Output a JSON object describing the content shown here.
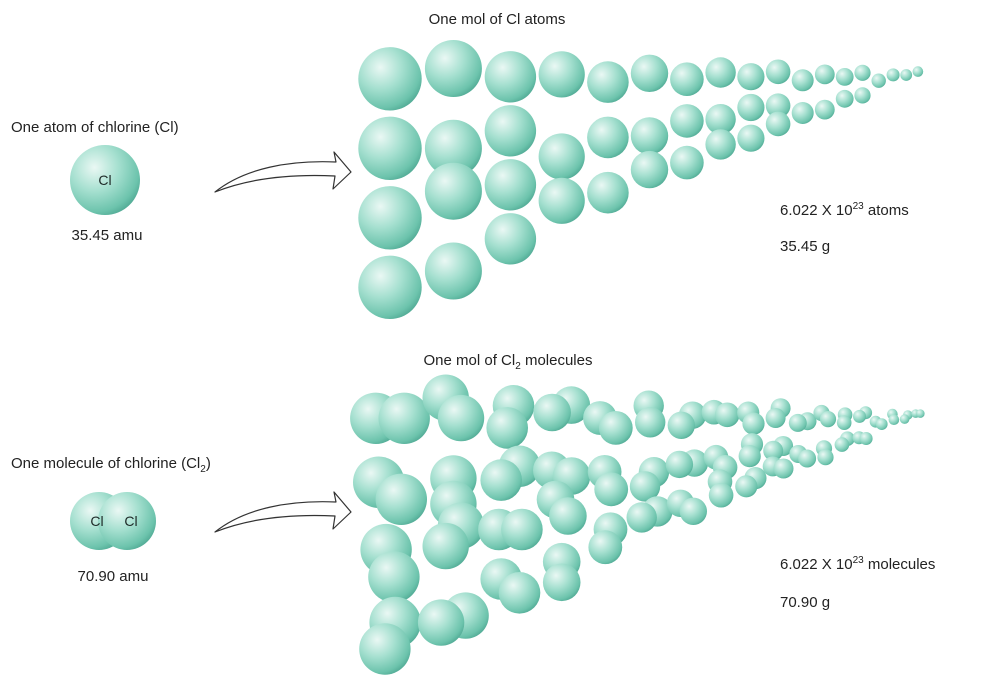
{
  "top": {
    "heading": {
      "prefix": "One mol of ",
      "symbol": "Cl",
      "subscript": "",
      "suffix": " atoms"
    },
    "single": {
      "caption": "One atom of chlorine (Cl)",
      "symbol": "Cl",
      "mass": "35.45 amu"
    },
    "count": {
      "base": "6.022 X 10",
      "exponent": "23",
      "unit": " atoms"
    },
    "grams": "35.45 g"
  },
  "bottom": {
    "heading": {
      "prefix": "One mol of ",
      "symbol": "Cl",
      "subscript": "2",
      "suffix": " molecules"
    },
    "single": {
      "caption_prefix": "One molecule of chlorine (Cl",
      "caption_subscript": "2",
      "caption_suffix": ")",
      "symbol_left": "Cl",
      "symbol_right": "Cl",
      "mass": "70.90 amu"
    },
    "count": {
      "base": "6.022 X 10",
      "exponent": "23",
      "unit": " molecules"
    },
    "grams": "70.90 g"
  },
  "colors": {
    "sphere_light": "#eaf8f4",
    "sphere_mid": "#8fd8c4",
    "sphere_dark": "#3f9f8a",
    "text": "#222222"
  }
}
